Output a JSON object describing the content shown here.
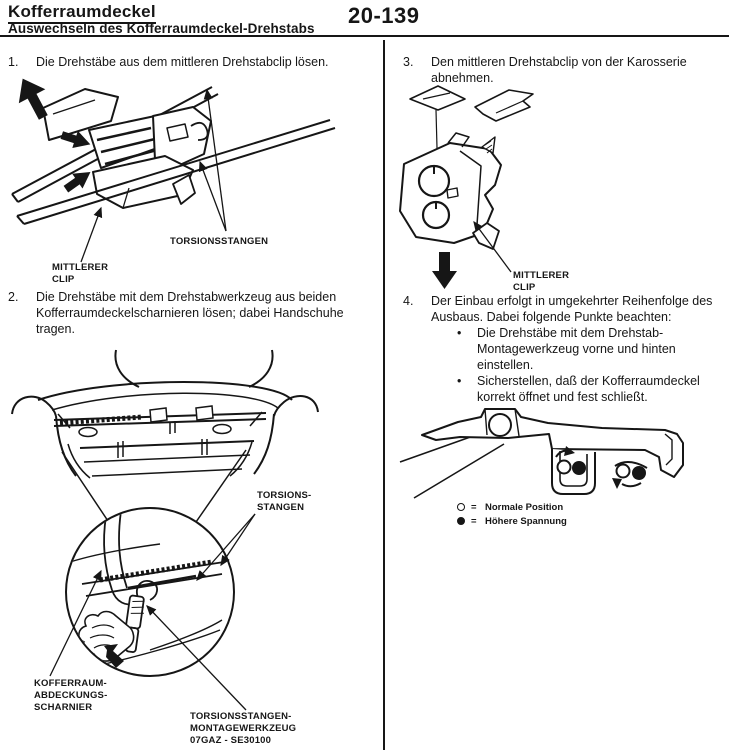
{
  "header": {
    "title": "Kofferraumdeckel",
    "subtitle": "Auswechseln des Kofferraumdeckel-Drehstabs",
    "page_number": "20-139"
  },
  "steps": {
    "s1": {
      "num": "1.",
      "text": "Die Drehstäbe aus dem mittleren Drehstabclip lösen."
    },
    "s2": {
      "num": "2.",
      "text": "Die Drehstäbe mit dem Drehstabwerkzeug aus beiden Kofferraumdeckelscharnieren lösen; dabei Handschuhe tragen."
    },
    "s3": {
      "num": "3.",
      "text": "Den mittleren Drehstabclip von der Karosserie abnehmen."
    },
    "s4": {
      "num": "4.",
      "text": "Der Einbau erfolgt in umgekehrter Reihenfolge des Ausbaus. Dabei folgende Punkte beachten:",
      "bullets": [
        {
          "marker": "•",
          "text": "Die Drehstäbe mit dem Drehstab-Montagewerkzeug vorne und hinten einstellen."
        },
        {
          "marker": "•",
          "text": "Sicherstellen, daß der Kofferraumdeckel korrekt öffnet und fest schließt."
        }
      ]
    }
  },
  "figure1": {
    "label_torsion_bars": "TORSIONSSTANGEN",
    "label_clip_line1": "MITTLERER",
    "label_clip_line2": "CLIP"
  },
  "figure2": {
    "label_torsion_line1": "TORSIONS-",
    "label_torsion_line2": "STANGEN",
    "label_hinge_line1": "KOFFERRAUM-",
    "label_hinge_line2": "ABDECKUNGS-",
    "label_hinge_line3": "SCHARNIER",
    "label_tool_line1": "TORSIONSSTANGEN-",
    "label_tool_line2": "MONTAGEWERKZEUG",
    "label_tool_line3": "07GAZ - SE30100"
  },
  "figure3": {
    "label_clip_line1": "MITTLERER",
    "label_clip_line2": "CLIP"
  },
  "legend": {
    "normal": {
      "eq": "=",
      "text": "Normale Position"
    },
    "higher": {
      "eq": "=",
      "text": "Höhere Spannung"
    }
  },
  "colors": {
    "ink": "#161616",
    "paper": "#ffffff"
  }
}
